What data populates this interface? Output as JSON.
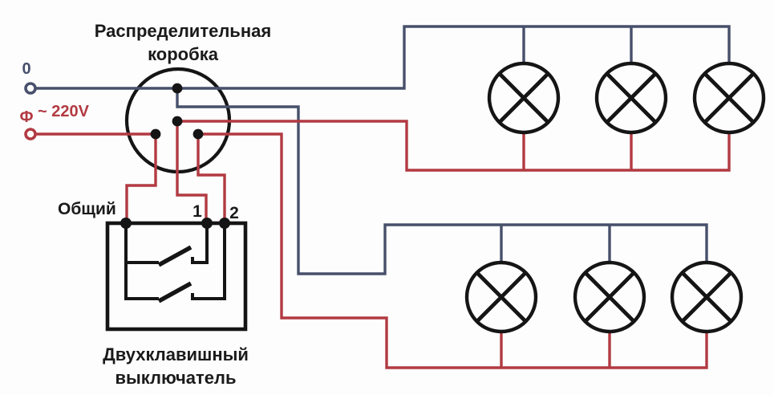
{
  "diagram": {
    "junction_box_label": "Распределительная коробка",
    "switch_label": "Двухклавишный выключатель",
    "supply": {
      "neutral_terminal_label": "0",
      "phase_terminal_label": "Ф",
      "voltage_label": "~ 220V"
    },
    "switch": {
      "common_label": "Общий",
      "terminal_1_label": "1",
      "terminal_2_label": "2",
      "keys": 2,
      "contacts_state": "open"
    },
    "junction_box": {
      "junction_dots": 4
    },
    "lamp_groups": [
      {
        "name": "group-1",
        "lamps": 3,
        "controlled_by_terminal": "1"
      },
      {
        "name": "group-2",
        "lamps": 3,
        "controlled_by_terminal": "2"
      }
    ],
    "colors": {
      "neutral_wire": "#47506b",
      "phase_wire": "#b23a42",
      "outline": "#151515",
      "label_text": "#1a1a1a",
      "background": "#fdfdfd"
    }
  }
}
